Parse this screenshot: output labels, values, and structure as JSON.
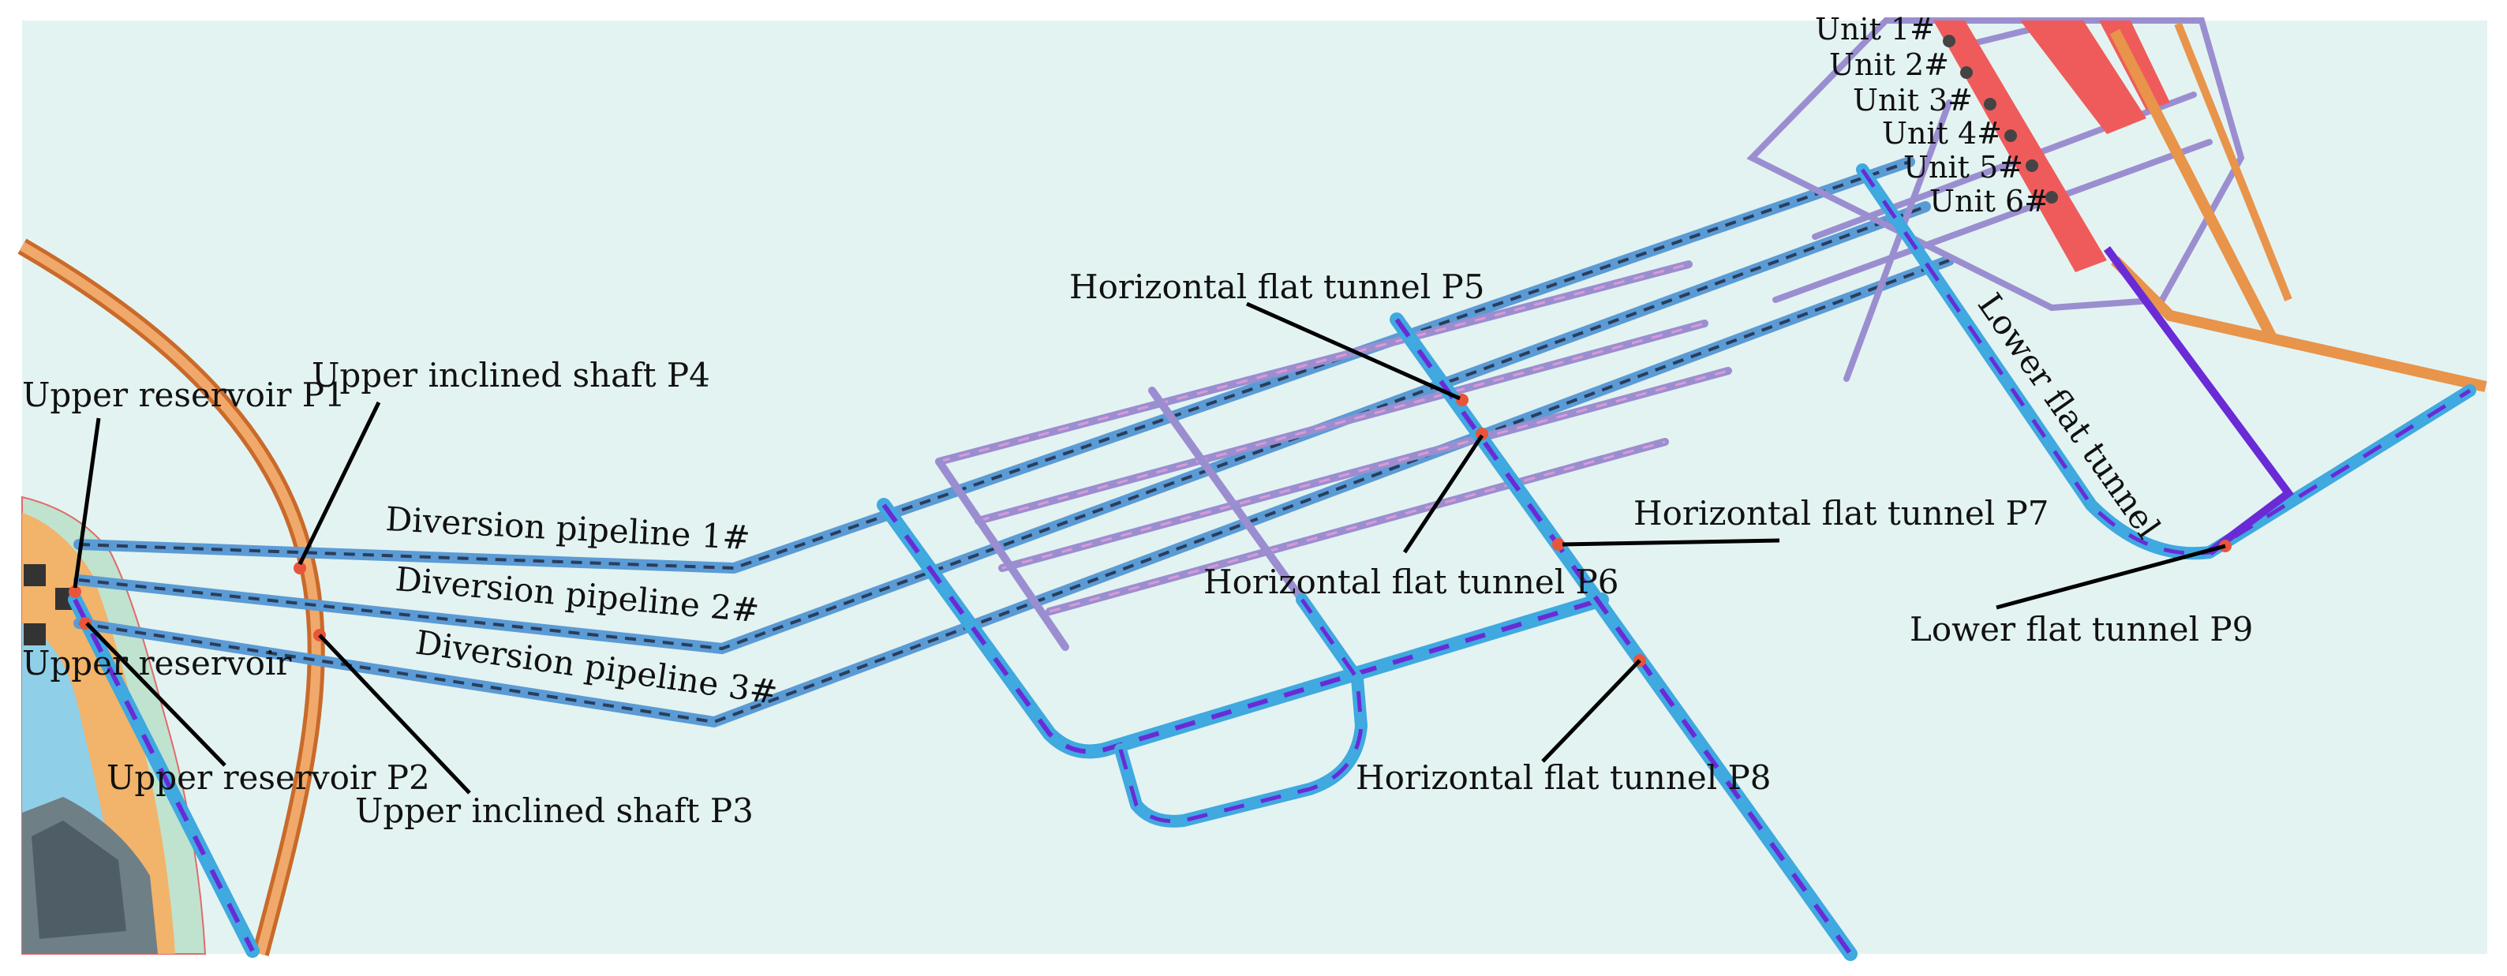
{
  "colors": {
    "background": "#e3f3f2",
    "orange_road": "#e8944a",
    "red_powerhouse": "#ef5b5b",
    "blue_tunnel": "#3fa9e0",
    "purple_core": "#6a2bd6",
    "diversion": "#5b9bd5",
    "point_marker": "#e8553a"
  },
  "labels": {
    "upper_reservoir_p1": "Upper reservoir P1",
    "upper_inclined_shaft_p4": "Upper inclined shaft P4",
    "upper_reservoir": "Upper reservoir",
    "upper_reservoir_p2": "Upper reservoir P2",
    "upper_inclined_shaft_p3": "Upper inclined shaft P3",
    "diversion_pipeline_1": "Diversion pipeline 1#",
    "diversion_pipeline_2": "Diversion pipeline 2#",
    "diversion_pipeline_3": "Diversion pipeline 3#",
    "horizontal_flat_tunnel_p5": "Horizontal flat tunnel P5",
    "horizontal_flat_tunnel_p6": "Horizontal flat tunnel P6",
    "horizontal_flat_tunnel_p7": "Horizontal flat tunnel P7",
    "horizontal_flat_tunnel_p8": "Horizontal flat tunnel P8",
    "lower_flat_tunnel": "Lower flat tunnel",
    "lower_flat_tunnel_p9": "Lower flat tunnel P9"
  },
  "units": [
    "Unit 1#",
    "Unit 2#",
    "Unit 3#",
    "Unit 4#",
    "Unit 5#",
    "Unit 6#"
  ]
}
